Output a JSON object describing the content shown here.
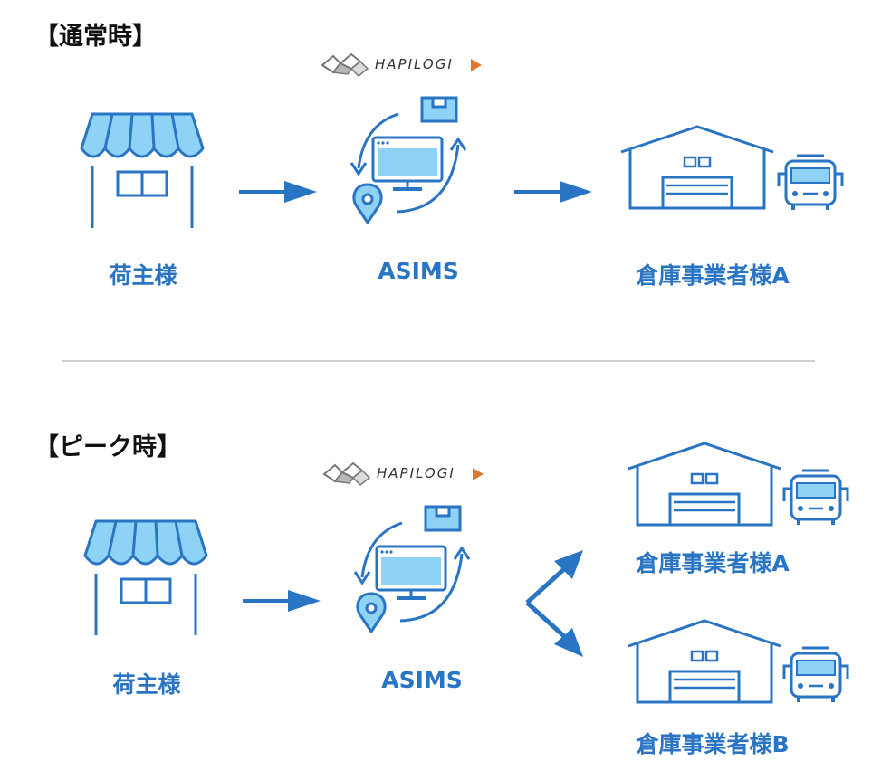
{
  "colors": {
    "blue": "#2a74c4",
    "light_blue": "#8ed3f5",
    "logo_orange": "#e0782a"
  },
  "normal": {
    "title": "【通常時】",
    "shipper_label": "荷主様",
    "asims_label": "ASIMS",
    "warehouse_a_label": "倉庫事業者様A",
    "logo_text": "HAPILOGI"
  },
  "peak": {
    "title": "【ピーク時】",
    "shipper_label": "荷主様",
    "asims_label": "ASIMS",
    "warehouse_a_label": "倉庫事業者様A",
    "warehouse_b_label": "倉庫事業者様B",
    "logo_text": "HAPILOGI"
  },
  "icons": [
    "store-icon",
    "asims-system-icon",
    "warehouse-icon",
    "truck-icon",
    "location-pin-icon",
    "package-icon",
    "monitor-icon",
    "arrow-icon",
    "hapilogi-logo-icon"
  ]
}
